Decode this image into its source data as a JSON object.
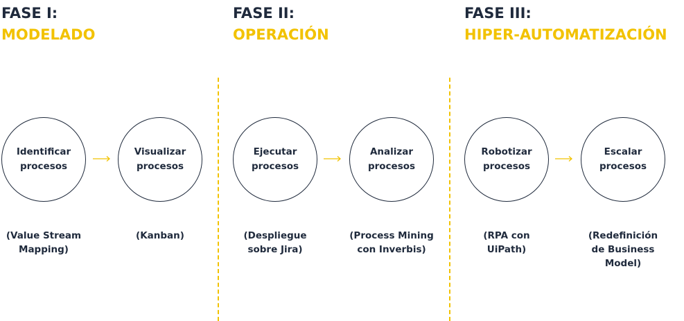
{
  "colors": {
    "accent": "#f2c200",
    "text": "#1f2a3c"
  },
  "phases": [
    {
      "label": "FASE I:",
      "name": "MODELADO",
      "steps": [
        {
          "title": "Identificar\nprocesos",
          "note": "(Value Stream\nMapping)"
        },
        {
          "title": "Visualizar\nprocesos",
          "note": "(Kanban)"
        }
      ]
    },
    {
      "label": "FASE II:",
      "name": "OPERACIÓN",
      "steps": [
        {
          "title": "Ejecutar\nprocesos",
          "note": "(Despliegue\nsobre Jira)"
        },
        {
          "title": "Analizar\nprocesos",
          "note": "(Process Mining\ncon Inverbis)"
        }
      ]
    },
    {
      "label": "FASE III:",
      "name": "HIPER-AUTOMATIZACIÓN",
      "steps": [
        {
          "title": "Robotizar\nprocesos",
          "note": "(RPA con\nUiPath)"
        },
        {
          "title": "Escalar\nprocesos",
          "note": "(Redefinición\nde Business\nModel)"
        }
      ]
    }
  ]
}
